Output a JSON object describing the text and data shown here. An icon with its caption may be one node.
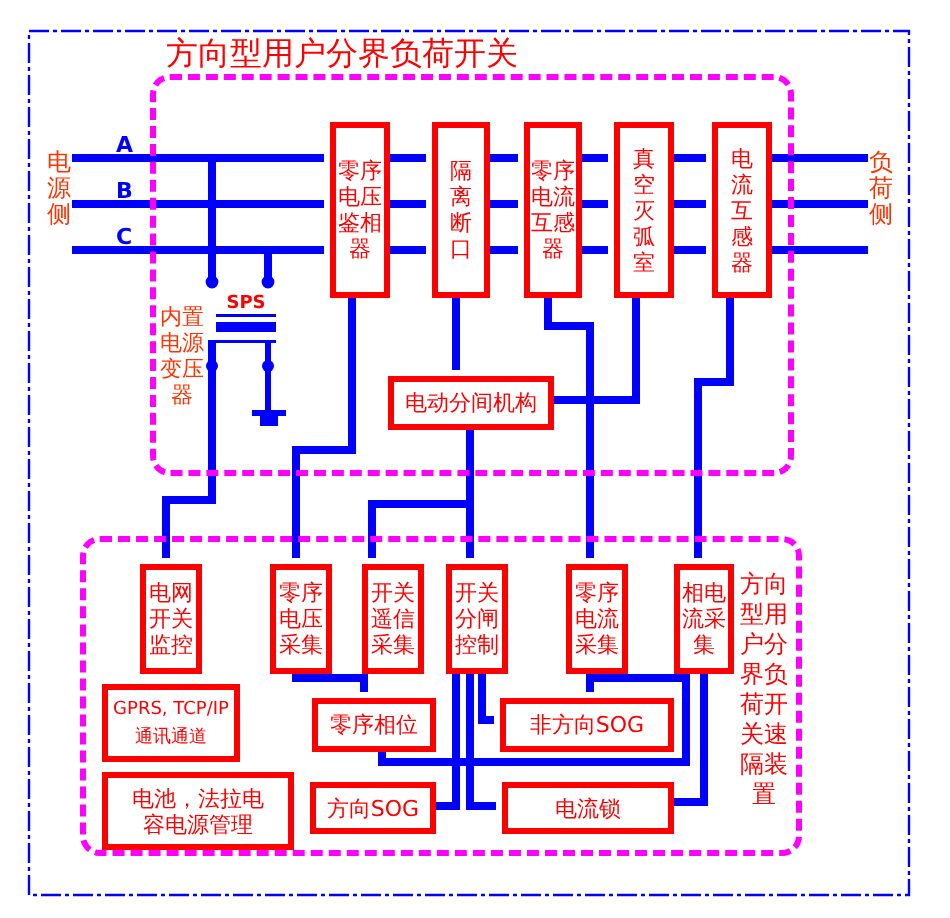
{
  "diagram": {
    "nodes": [
      {
        "text": [
          "方向型用户分界负荷开关"
        ]
      },
      {
        "text": [
          "零序电压鉴相器"
        ],
        "in": 0
      },
      {
        "text": [
          "隔离断口"
        ],
        "in": 0
      },
      {
        "text": [
          "零序电流互感器"
        ],
        "in": 0
      },
      {
        "text": [
          "真空灭弧室"
        ],
        "in": 0
      },
      {
        "text": [
          "电流互感器"
        ],
        "in": 0
      },
      {
        "text": [
          "SPS"
        ],
        "beside": [
          "内置电源变压器"
        ],
        "in": 0
      },
      {
        "text": [
          "电动分间机构"
        ],
        "in": 0
      },
      {
        "text": [
          "方向型用户分界负荷开关速隔装置"
        ]
      },
      {
        "text": [
          "电网开关监控"
        ],
        "in": 8
      },
      {
        "text": [
          "零序电压采集"
        ],
        "in": 8
      },
      {
        "text": [
          "开关遥信采集"
        ],
        "in": 8
      },
      {
        "text": [
          "开关分闸控制"
        ],
        "in": 8
      },
      {
        "text": [
          "零序电流采集"
        ],
        "in": 8
      },
      {
        "text": [
          "相电流采集"
        ],
        "in": 8
      },
      {
        "text": [
          "GPRS, TCP/IP 通讯通道"
        ],
        "in": 8
      },
      {
        "text": [
          "电池，法拉电容电源管理"
        ],
        "in": 8
      },
      {
        "text": [
          "零序相位"
        ],
        "in": 8
      },
      {
        "text": [
          "非方向SOG"
        ],
        "in": 8
      },
      {
        "text": [
          "方向SOG"
        ],
        "in": 8
      },
      {
        "text": [
          "电流锁"
        ],
        "in": 8
      },
      {
        "text": [
          "电源侧"
        ]
      },
      {
        "text": [
          "负荷侧"
        ]
      }
    ],
    "edges": [
      {
        "from": 21,
        "to": 1,
        "arrow": "none"
      },
      {
        "from": 21,
        "to": 1,
        "arrow": "none"
      },
      {
        "from": 21,
        "to": 1,
        "arrow": "none"
      },
      {
        "from": 1,
        "to": 2,
        "arrow": "none"
      },
      {
        "from": 1,
        "to": 2,
        "arrow": "none"
      },
      {
        "from": 1,
        "to": 2,
        "arrow": "none"
      },
      {
        "from": 2,
        "to": 3,
        "arrow": "none"
      },
      {
        "from": 2,
        "to": 3,
        "arrow": "none"
      },
      {
        "from": 2,
        "to": 3,
        "arrow": "none"
      },
      {
        "from": 3,
        "to": 4,
        "arrow": "none"
      },
      {
        "from": 3,
        "to": 4,
        "arrow": "none"
      },
      {
        "from": 3,
        "to": 4,
        "arrow": "none"
      },
      {
        "from": 4,
        "to": 5,
        "arrow": "none"
      },
      {
        "from": 4,
        "to": 5,
        "arrow": "none"
      },
      {
        "from": 4,
        "to": 5,
        "arrow": "none"
      },
      {
        "from": 5,
        "to": 22,
        "arrow": "none"
      },
      {
        "from": 5,
        "to": 22,
        "arrow": "none"
      },
      {
        "from": 5,
        "to": 22,
        "arrow": "none"
      },
      {
        "from": 1,
        "to": 10,
        "arrow": "none"
      },
      {
        "from": 2,
        "to": 7,
        "arrow": "none"
      },
      {
        "from": 7,
        "to": 12,
        "arrow": "none"
      },
      {
        "from": 7,
        "to": 11,
        "arrow": "none"
      },
      {
        "from": 3,
        "to": 13,
        "arrow": "none"
      },
      {
        "from": 4,
        "to": 7,
        "arrow": "none"
      },
      {
        "from": 5,
        "to": 14,
        "arrow": "none"
      },
      {
        "from": 6,
        "to": 9,
        "arrow": "none"
      },
      {
        "from": 10,
        "to": 17,
        "arrow": "none"
      },
      {
        "from": 13,
        "to": 18,
        "arrow": "none"
      },
      {
        "from": 13,
        "to": 17,
        "arrow": "none"
      },
      {
        "from": 12,
        "to": 18,
        "arrow": "none"
      },
      {
        "from": 12,
        "to": 20,
        "arrow": "none"
      },
      {
        "from": 12,
        "to": 19,
        "arrow": "none"
      },
      {
        "from": 14,
        "to": 20,
        "arrow": "none"
      },
      {
        "from": 21,
        "to": 6,
        "arrow": "other"
      },
      {
        "from": 21,
        "to": 6,
        "arrow": "other"
      }
    ],
    "labels": [
      "A",
      "B",
      "C"
    ]
  }
}
